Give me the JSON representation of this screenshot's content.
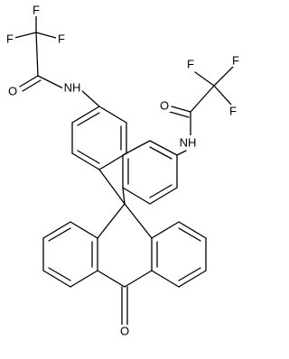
{
  "atoms": [
    {
      "id": "F1",
      "label": "F"
    },
    {
      "id": "F2",
      "label": "F"
    },
    {
      "id": "F3",
      "label": "F"
    },
    {
      "id": "O1",
      "label": "O"
    },
    {
      "id": "NH1",
      "label": "NH"
    },
    {
      "id": "F4",
      "label": "F"
    },
    {
      "id": "F5",
      "label": "F"
    },
    {
      "id": "F6",
      "label": "F"
    },
    {
      "id": "O2",
      "label": "O"
    },
    {
      "id": "NH2",
      "label": "NH"
    },
    {
      "id": "O3",
      "label": "O"
    }
  ]
}
